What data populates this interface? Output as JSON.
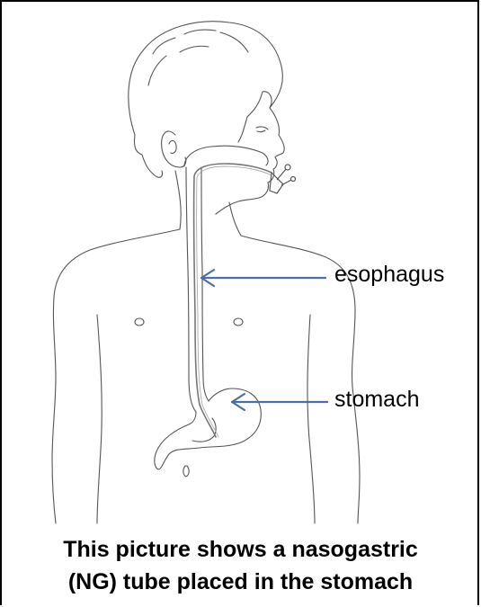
{
  "labels": {
    "esophagus": "esophagus",
    "stomach": "stomach"
  },
  "caption": {
    "line1": "This picture shows a nasogastric",
    "line2": "(NG) tube placed in the stomach"
  },
  "colors": {
    "line_art": "#444444",
    "arrow": "#4a6fa5",
    "text": "#000000"
  }
}
